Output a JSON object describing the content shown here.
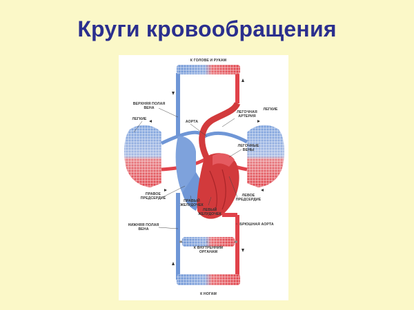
{
  "slide": {
    "title": "Круги кровообращения"
  },
  "diagram": {
    "colors": {
      "arterial": "#e0424a",
      "venous": "#6f96d6",
      "heart": "#d23a3c",
      "line": "#555555"
    },
    "labels": {
      "head_arms": "К ГОЛОВЕ И РУКАМ",
      "superior_vena_cava_1": "ВЕРХНЯЯ ПОЛАЯ",
      "superior_vena_cava_2": "ВЕНА",
      "lungs_left": "ЛЕГКИЕ",
      "lungs_right": "ЛЕГКИЕ",
      "aorta": "АОРТА",
      "pulmonary_artery_1": "ЛЕГОЧНАЯ",
      "pulmonary_artery_2": "АРТЕРИЯ",
      "pulmonary_veins_1": "ЛЕГОЧНЫЕ",
      "pulmonary_veins_2": "ВЕНЫ",
      "right_atrium_1": "ПРАВОЕ",
      "right_atrium_2": "ПРЕДСЕРДИЕ",
      "right_ventricle_1": "ПРАВЫЙ",
      "right_ventricle_2": "ЖЕЛУДОЧЕК",
      "left_atrium_1": "ЛЕВОЕ",
      "left_atrium_2": "ПРЕДСЕРДИЕ",
      "left_ventricle_1": "ЛЕВЫЙ",
      "left_ventricle_2": "ЖЕЛУДОЧЕК",
      "abdominal_aorta": "БРЮШНАЯ АОРТА",
      "inferior_vena_cava_1": "НИЖНЯЯ ПОЛАЯ",
      "inferior_vena_cava_2": "ВЕНА",
      "internal_organs_1": "К ВНУТРЕННИМ",
      "internal_organs_2": "ОРГАНАМ",
      "legs": "К НОГАМ"
    }
  }
}
